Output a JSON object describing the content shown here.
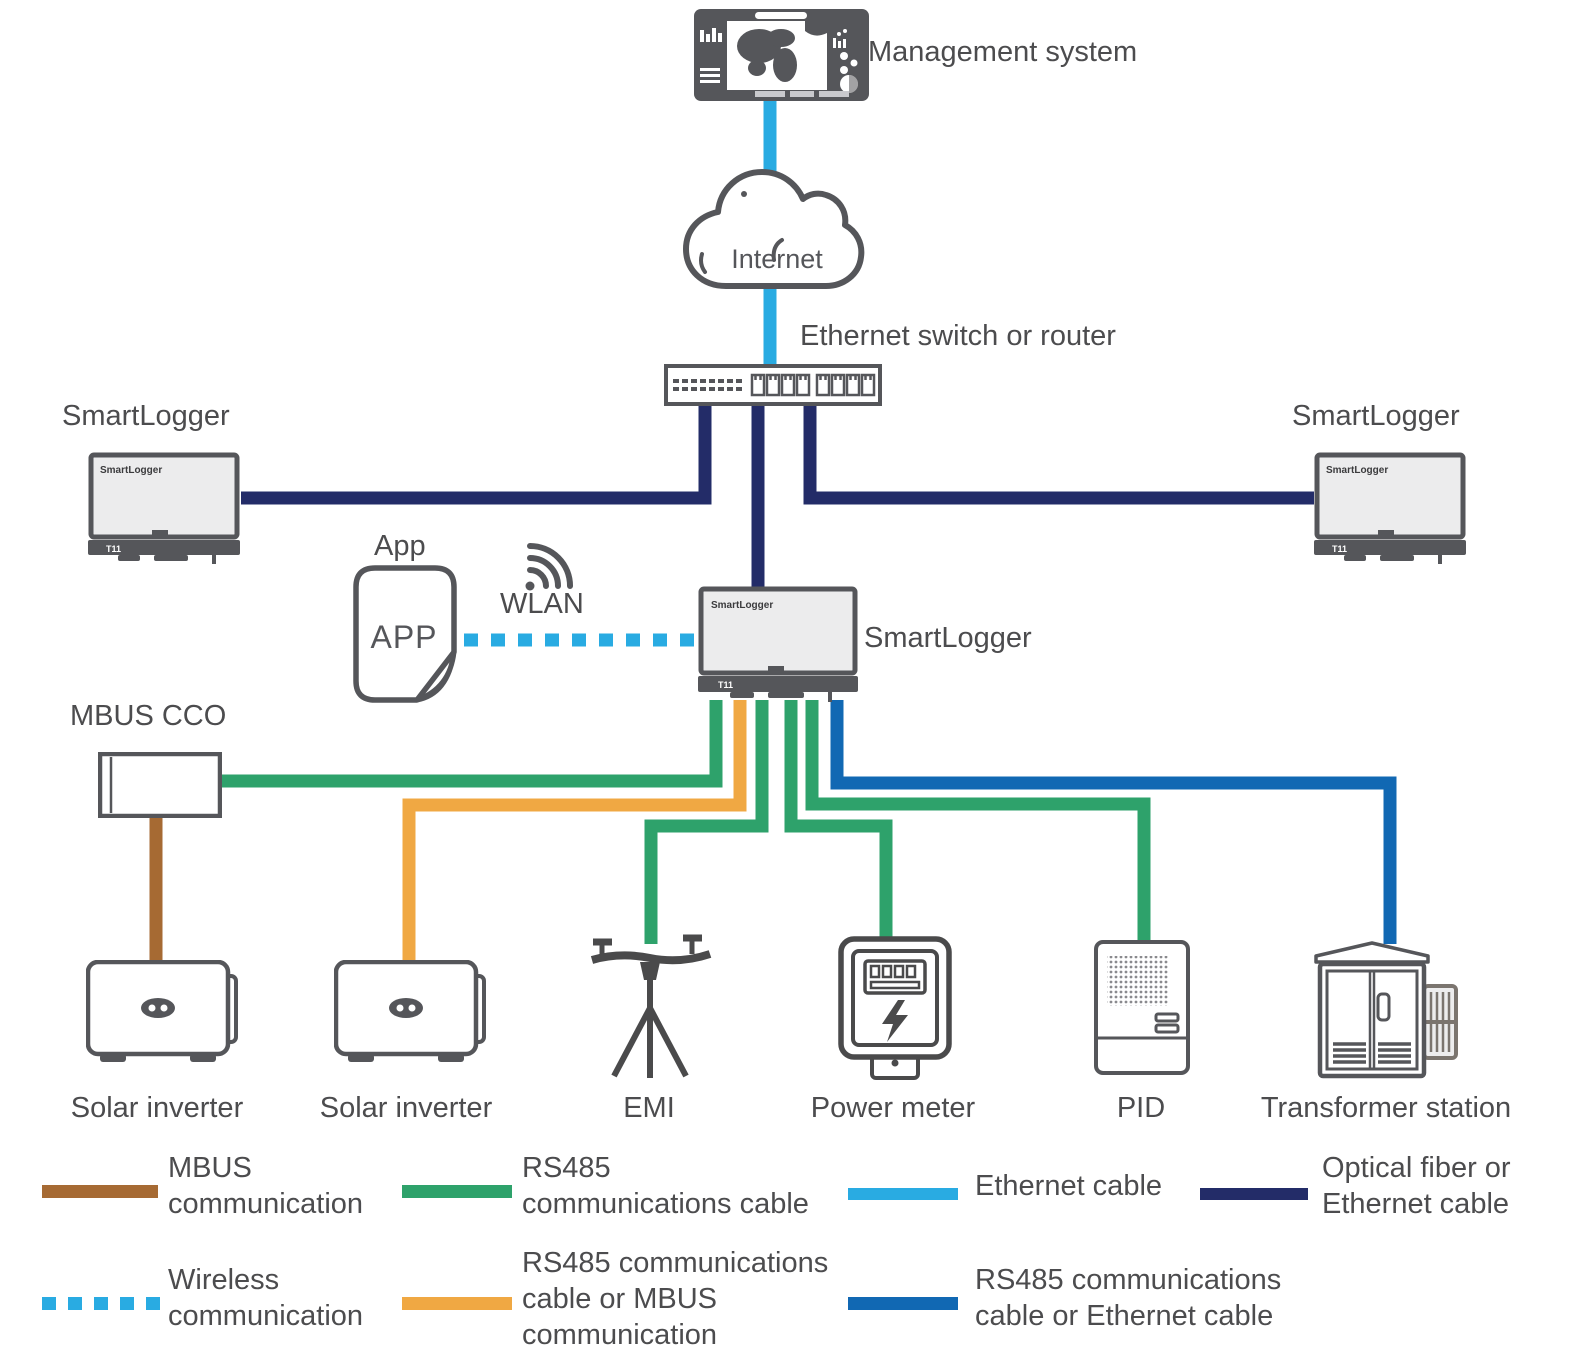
{
  "nodes": {
    "management_system": {
      "label": "Management system"
    },
    "internet": {
      "label": "Internet"
    },
    "switch": {
      "label": "Ethernet switch or router"
    },
    "smartlogger_left": {
      "label": "SmartLogger"
    },
    "smartlogger_right": {
      "label": "SmartLogger"
    },
    "smartlogger_center": {
      "label": "SmartLogger"
    },
    "app": {
      "label": "App",
      "icon_text": "APP"
    },
    "wlan": {
      "label": "WLAN"
    },
    "mbus_cco": {
      "label": "MBUS CCO"
    },
    "solar_inverter_1": {
      "label": "Solar inverter"
    },
    "solar_inverter_2": {
      "label": "Solar inverter"
    },
    "emi": {
      "label": "EMI"
    },
    "power_meter": {
      "label": "Power meter"
    },
    "pid": {
      "label": "PID"
    },
    "transformer_station": {
      "label": "Transformer station"
    }
  },
  "device": {
    "brand": "SmartLogger",
    "port_label": "T11"
  },
  "colors": {
    "ethernet_cyan": "#29ABE2",
    "optical_navy": "#232C68",
    "rs485_green": "#2EA26B",
    "rs485_mbus_orange": "#F0A843",
    "mbus_brown": "#A66A33",
    "rs485_ethernet_blue": "#1168B3",
    "device_gray": "#55565A",
    "text_gray": "#4C4C4E"
  },
  "legend": {
    "items": [
      {
        "id": "mbus",
        "label": "MBUS\ncommunication",
        "color": "#A66A33",
        "style": "solid"
      },
      {
        "id": "rs485",
        "label": "RS485\ncommunications cable",
        "color": "#2EA26B",
        "style": "solid"
      },
      {
        "id": "ethernet",
        "label": "Ethernet cable",
        "color": "#29ABE2",
        "style": "solid"
      },
      {
        "id": "optical-or-ethernet",
        "label": "Optical fiber or\nEthernet cable",
        "color": "#232C68",
        "style": "solid"
      },
      {
        "id": "wireless",
        "label": "Wireless\ncommunication",
        "color": "#29ABE2",
        "style": "dashed"
      },
      {
        "id": "rs485-or-mbus",
        "label": "RS485 communications\ncable or MBUS\ncommunication",
        "color": "#F0A843",
        "style": "solid"
      },
      {
        "id": "rs485-or-ethernet",
        "label": "RS485 communications\ncable or Ethernet cable",
        "color": "#1168B3",
        "style": "solid"
      }
    ]
  }
}
